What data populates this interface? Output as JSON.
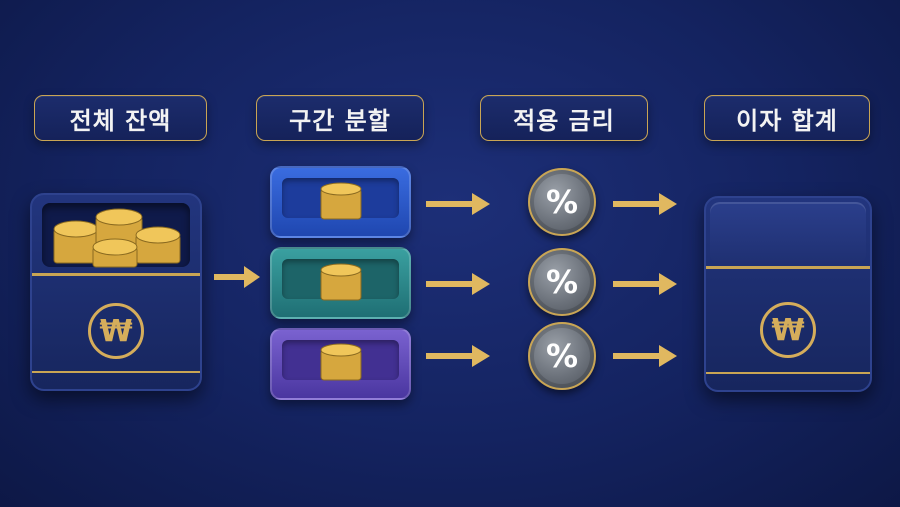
{
  "labels": {
    "total_balance": "전체 잔액",
    "segment_split": "구간 분할",
    "applied_rate": "적용 금리",
    "interest_total": "이자 합계"
  },
  "rate_symbol": "%",
  "currency_symbol": "₩",
  "colors": {
    "background": "#142360",
    "gold": "#c9a554",
    "tray_blue": "#2b57c9",
    "tray_teal": "#2d8a8a",
    "tray_purple": "#5e47b3"
  }
}
